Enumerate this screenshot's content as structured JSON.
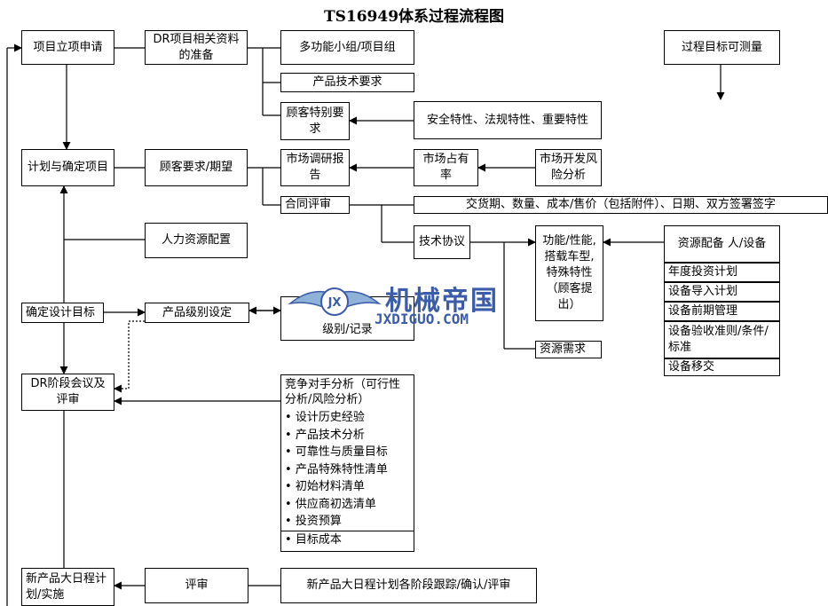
{
  "title": "TS16949体系过程流程图",
  "nodes": {
    "project_init": "项目立项申请",
    "dr_prep": "DR项目相关资料的准备",
    "team": "多功能小组/项目组",
    "product_tech": "产品技术要求",
    "customer_special": "顾客特别要求",
    "safety": "安全特性、法规特性、重要特性",
    "process_goal": "过程目标可测量",
    "plan_project": "计划与确定项目",
    "customer_req": "顾客要求/期望",
    "market_research": "市场调研报告",
    "market_share": "市场占有率",
    "market_dev": "市场开发风险分析",
    "contract_review": "合同评审",
    "delivery": "交货期、数量、成本/售价（包括附件）、日期、双方签署签字",
    "tech_agreement": "技术协议",
    "function": "功能/性能,搭载车型,特殊特性（顾客提出）",
    "resources": "资源配备 人/设备",
    "invest": "年度投资计划",
    "equip_intro": "设备导入计划",
    "equip_early": "设备前期管理",
    "equip_accept": "设备验收准则/条件/标准",
    "equip_transfer": "设备移交",
    "hr": "人力资源配置",
    "design_goal": "确定设计目标",
    "product_level": "产品级别设定",
    "level_record": "级别/记录",
    "resource_need": "资源需求",
    "dr_review": "DR阶段会议及评审",
    "competitor": "竞争对手分析（可行性分析/风险分析）",
    "bullets": [
      "设计历史经验",
      "产品技术分析",
      "可靠性与质量目标",
      "产品特殊特性清单",
      "初始材料清单",
      "供应商初选清单",
      "投资预算",
      "目标成本"
    ],
    "schedule": "新产品大日程计划/实施",
    "review": "评审",
    "schedule_track": "新产品大日程计划各阶段跟踪/确认/评审"
  },
  "watermark": {
    "brand": "机械帝国",
    "site": "JXDIGUO.COM",
    "badge": "JX"
  }
}
